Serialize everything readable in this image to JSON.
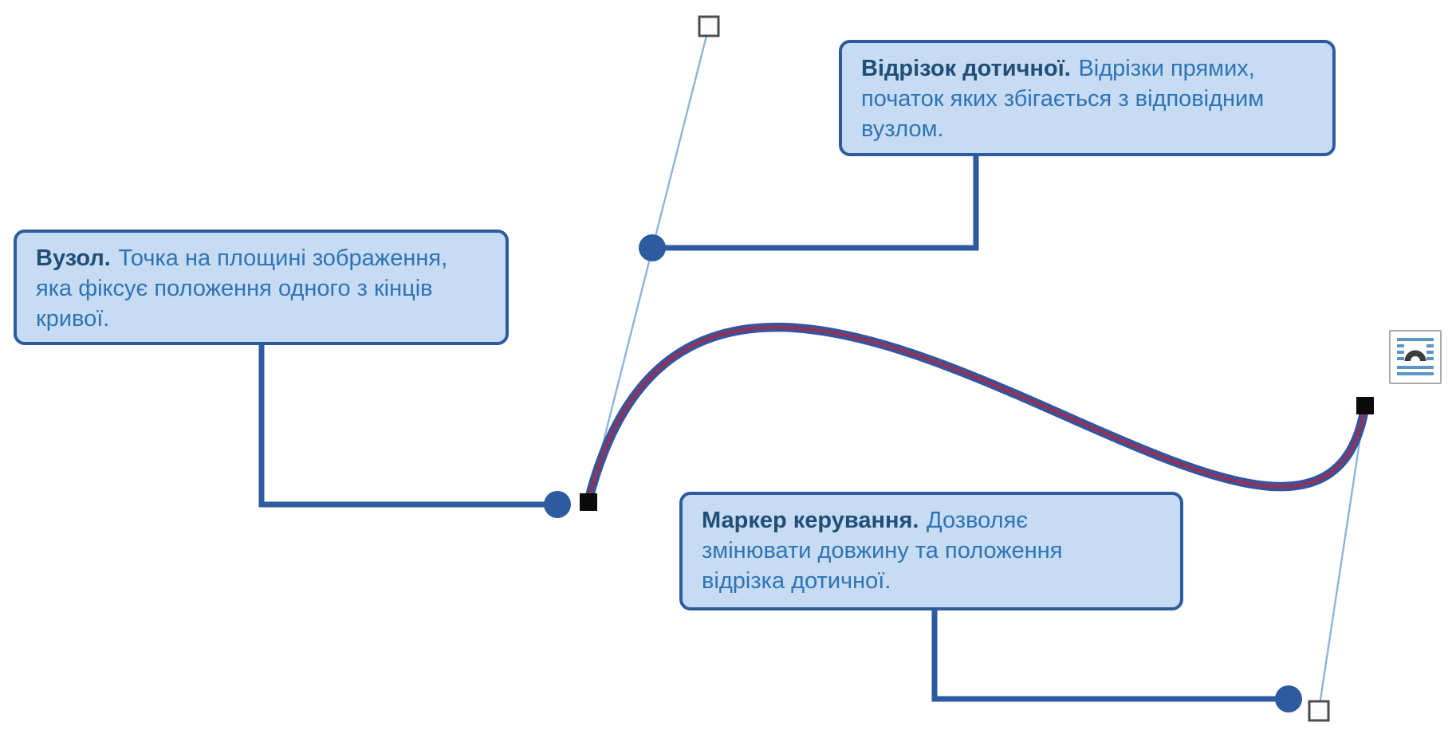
{
  "diagram_title": "Bezier curve editing elements (Ukrainian annotation diagram)",
  "callouts": [
    {
      "id": "node",
      "title": "Вузол.",
      "body": "Точка на площині зображення, яка фіксує положення одного з кінців кривої."
    },
    {
      "id": "tangent-segment",
      "title": "Відрізок дотичної.",
      "body": "Відрізки прямих, початок яких збігається з відповідним вузлом."
    },
    {
      "id": "control-marker",
      "title": "Маркер керування.",
      "body": "Дозволяє змінювати довжину та положення відрізка дотичної."
    }
  ],
  "icons": {
    "layout_options": "layout-options-icon"
  },
  "colors": {
    "callout_fill": "#C7DBF2",
    "callout_border": "#2E5B9F",
    "callout_title_text": "#1F4E79",
    "callout_body_text": "#2E74B5",
    "connector_line": "#2E5B9F",
    "marker_circle": "#2E5B9F",
    "curve_stroke": "#37549B",
    "curve_core": "#A02C50",
    "tangent_line": "#8FB4D9",
    "node_square": "#0A0A0A",
    "handle_square_fill": "#FCFCFC",
    "handle_square_border": "#4D4D4D",
    "background": "#FFFFFF"
  }
}
